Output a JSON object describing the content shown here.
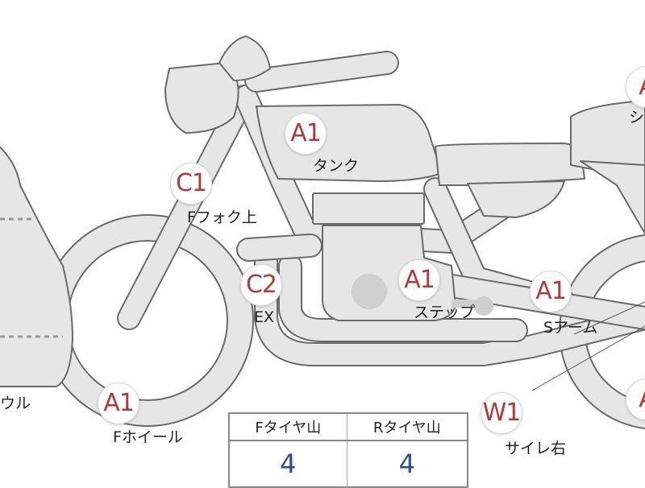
{
  "inspection": {
    "shield_label": "ウル",
    "labels": [
      {
        "grade": "A1",
        "part": "タンク"
      },
      {
        "grade": "C1",
        "part": "Fフォク上"
      },
      {
        "grade": "C2",
        "part": "EX"
      },
      {
        "grade": "A1",
        "part": "ステップ"
      },
      {
        "grade": "A1",
        "part": "Sアーム"
      },
      {
        "grade": "A1",
        "part": "Fホイール"
      },
      {
        "grade": "W1",
        "part": "サイレ右"
      },
      {
        "grade": "A",
        "part": "シ"
      },
      {
        "grade": "A",
        "part": ""
      }
    ]
  },
  "tread_table": {
    "headers": [
      "Fタイヤ山",
      "Rタイヤ山"
    ],
    "values": [
      "4",
      "4"
    ]
  },
  "colors": {
    "grade": "#b23a3a",
    "tread_value": "#2f4b96",
    "part_fill": "#e6e6e6",
    "outline": "#6b6b6b"
  }
}
